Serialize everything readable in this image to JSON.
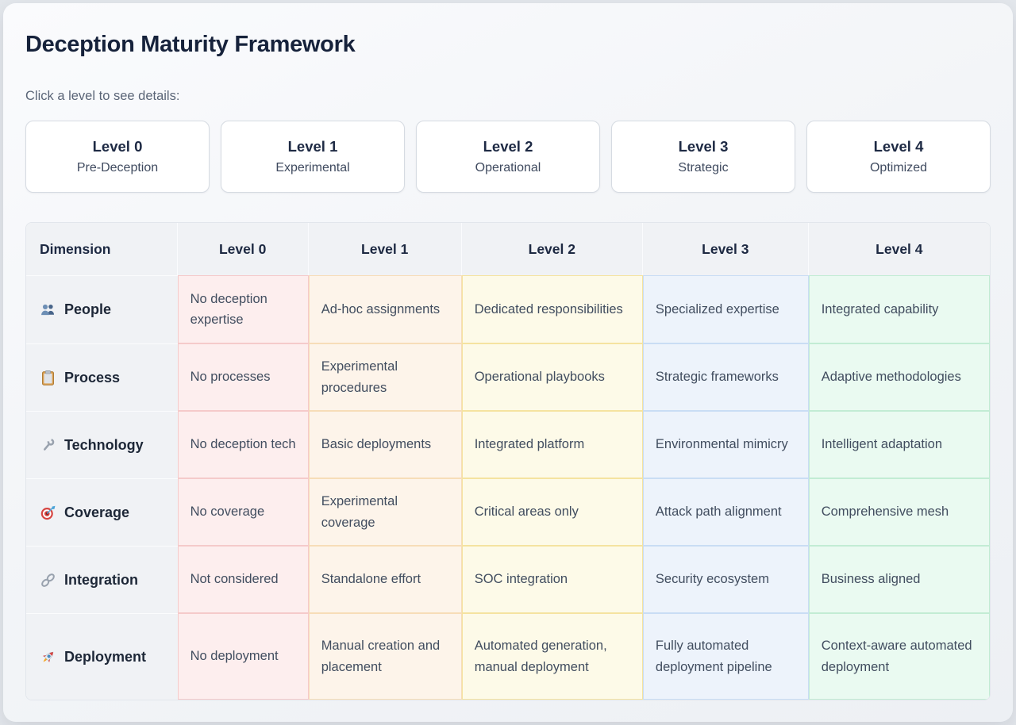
{
  "page": {
    "title": "Deception Maturity Framework",
    "instruction": "Click a level to see details:"
  },
  "colors": {
    "accent_title": "#16223b",
    "level_0_bg": "#fdeeee",
    "level_0_border": "#f5caca",
    "level_1_bg": "#fdf4ea",
    "level_1_border": "#f7ddb8",
    "level_2_bg": "#fdfae8",
    "level_2_border": "#f5e3a0",
    "level_3_bg": "#edf3fb",
    "level_3_border": "#c9ddf4",
    "level_4_bg": "#eafaf1",
    "level_4_border": "#c2ecd4"
  },
  "level_cards": [
    {
      "name": "Level 0",
      "subtitle": "Pre-Deception"
    },
    {
      "name": "Level 1",
      "subtitle": "Experimental"
    },
    {
      "name": "Level 2",
      "subtitle": "Operational"
    },
    {
      "name": "Level 3",
      "subtitle": "Strategic"
    },
    {
      "name": "Level 4",
      "subtitle": "Optimized"
    }
  ],
  "table": {
    "dimension_header": "Dimension",
    "columns": [
      {
        "label": "Level 0",
        "bg": "#fdeeee",
        "border": "#f5caca"
      },
      {
        "label": "Level 1",
        "bg": "#fdf4ea",
        "border": "#f7ddb8"
      },
      {
        "label": "Level 2",
        "bg": "#fdfae8",
        "border": "#f5e3a0"
      },
      {
        "label": "Level 3",
        "bg": "#edf3fb",
        "border": "#c9ddf4"
      },
      {
        "label": "Level 4",
        "bg": "#eafaf1",
        "border": "#c2ecd4"
      }
    ],
    "rows": [
      {
        "icon": "users-icon",
        "label": "People",
        "cells": [
          "No deception expertise",
          "Ad-hoc assignments",
          "Dedicated responsibilities",
          "Specialized expertise",
          "Integrated capability"
        ]
      },
      {
        "icon": "clipboard-icon",
        "label": "Process",
        "cells": [
          "No processes",
          "Experimental procedures",
          "Operational playbooks",
          "Strategic frameworks",
          "Adaptive methodologies"
        ]
      },
      {
        "icon": "wrench-icon",
        "label": "Technology",
        "cells": [
          "No deception tech",
          "Basic deployments",
          "Integrated platform",
          "Environmental mimicry",
          "Intelligent adaptation"
        ]
      },
      {
        "icon": "target-icon",
        "label": "Coverage",
        "cells": [
          "No coverage",
          "Experimental coverage",
          "Critical areas only",
          "Attack path alignment",
          "Comprehensive mesh"
        ]
      },
      {
        "icon": "link-icon",
        "label": "Integration",
        "cells": [
          "Not considered",
          "Standalone effort",
          "SOC integration",
          "Security ecosystem",
          "Business aligned"
        ]
      },
      {
        "icon": "rocket-icon",
        "label": "Deployment",
        "cells": [
          "No deployment",
          "Manual creation and placement",
          "Automated generation, manual deployment",
          "Fully automated deployment pipeline",
          "Context-aware automated deployment"
        ]
      }
    ]
  }
}
